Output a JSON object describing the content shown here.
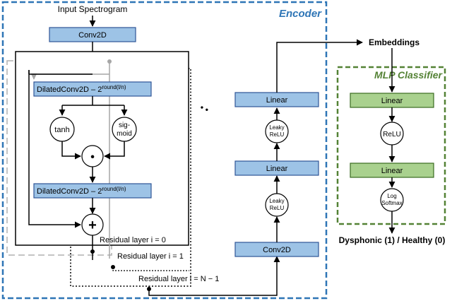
{
  "colors": {
    "encoder_border": "#2e75b6",
    "mlp_border": "#548235",
    "blue_block": "#9dc3e6",
    "green_block": "#a9d18e"
  },
  "labels": {
    "input": "Input Spectrogram",
    "encoder": "Encoder",
    "mlp_classifier": "MLP Classifier",
    "embeddings": "Embeddings",
    "output": "Dysphonic (1) / Healthy (0)"
  },
  "encoder_blocks": {
    "conv2d_top": "Conv2D",
    "dilated_prefix": "DilatedConv2D – 2",
    "dilated_exp": "round(l/n)",
    "tanh": "tanh",
    "sigmoid_1": "sig-",
    "sigmoid_2": "moid",
    "multiply": "•",
    "add": "+",
    "dots": "• •",
    "residual_0": "Residual layer i = 0",
    "residual_1": "Residual layer i = 1",
    "residual_n": "Residual layer i = N − 1"
  },
  "head_blocks": {
    "linear_1": "Linear",
    "linear_2": "Linear",
    "conv2d": "Conv2D",
    "leaky_1a": "Leaky",
    "leaky_1b": "ReLU",
    "leaky_2a": "Leaky",
    "leaky_2b": "ReLU"
  },
  "mlp_blocks": {
    "linear_1": "Linear",
    "relu": "ReLU",
    "linear_2": "Linear",
    "log_1": "Log",
    "log_2": "Softmax"
  }
}
